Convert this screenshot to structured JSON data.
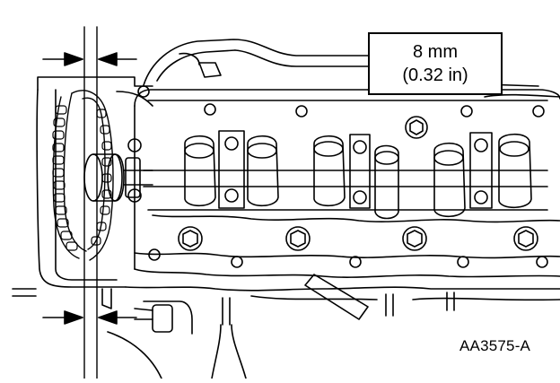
{
  "measurement": {
    "metric": "8 mm",
    "imperial": "(0.32 in)"
  },
  "figure_code": "AA3575-A",
  "colors": {
    "line": "#000000",
    "background": "#ffffff"
  }
}
